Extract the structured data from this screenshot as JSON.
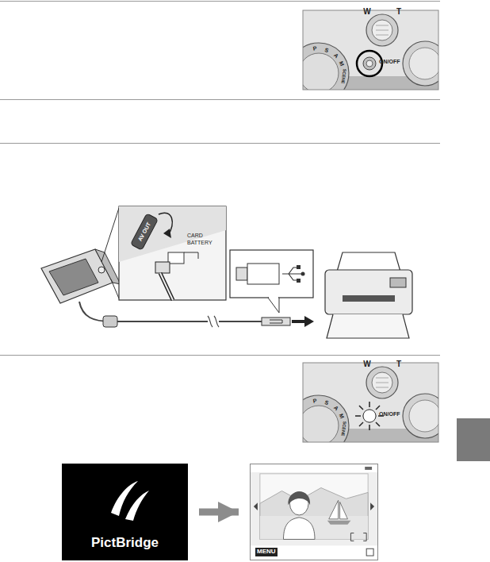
{
  "diagram": {
    "nodes": [
      {
        "text": [
          "PictBridge"
        ]
      },
      {
        "text": [
          "MENU"
        ]
      }
    ],
    "edges": [
      {
        "from": 0,
        "to": 1,
        "arrow": "to"
      }
    ],
    "labels": [
      "W",
      "T",
      "ON/OFF",
      "P",
      "S",
      "A",
      "M",
      "SCENE",
      "AV OUT",
      "CARD",
      "BATTERY",
      "W",
      "T",
      "ON/OFF",
      "P",
      "S",
      "A",
      "M",
      "SCENE"
    ]
  }
}
